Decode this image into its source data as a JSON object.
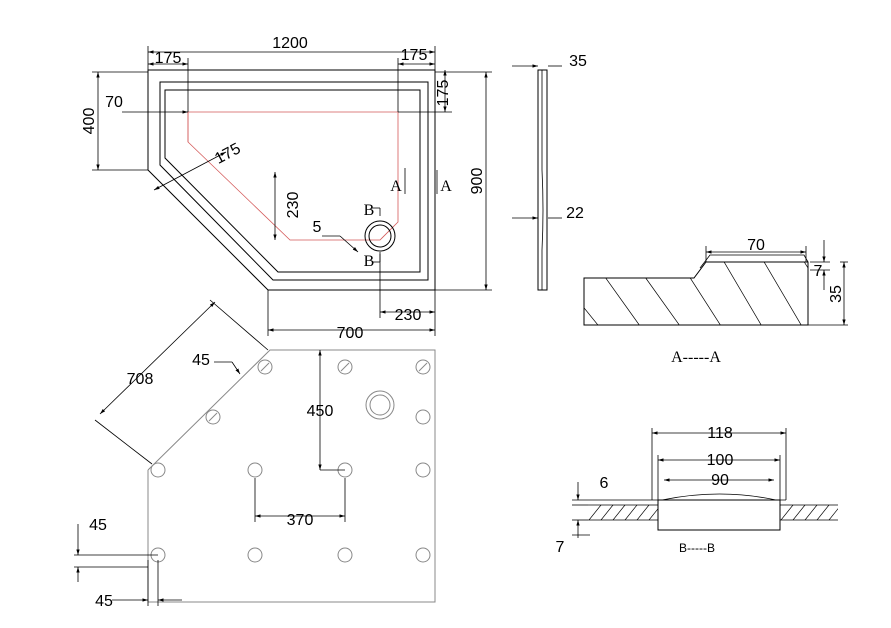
{
  "top_view": {
    "dim_width": "1200",
    "dim_left_offset": "175",
    "dim_right_offset": "175",
    "dim_right_top": "175",
    "dim_left_height": "400",
    "dim_rim": "70",
    "dim_diag": "175",
    "dim_drain_y": "230",
    "dim_slope": "5",
    "dim_height": "900",
    "dim_bottom": "700",
    "dim_drain_x": "230",
    "section_a": "A",
    "section_b": "B"
  },
  "side_view": {
    "dim_top": "35",
    "dim_bottom": "22"
  },
  "section_aa": {
    "dim_width": "70",
    "dim_step": "7",
    "dim_height": "35",
    "label": "A-----A"
  },
  "bottom_view": {
    "dim_diag": "708",
    "dim_edge": "45",
    "dim_vertical": "450",
    "dim_horizontal": "370",
    "dim_left_y": "45",
    "dim_left_x": "45"
  },
  "section_bb": {
    "dim_outer": "118",
    "dim_mid": "100",
    "dim_inner": "90",
    "dim_top": "6",
    "dim_bottom": "7",
    "label": "B-----B"
  }
}
